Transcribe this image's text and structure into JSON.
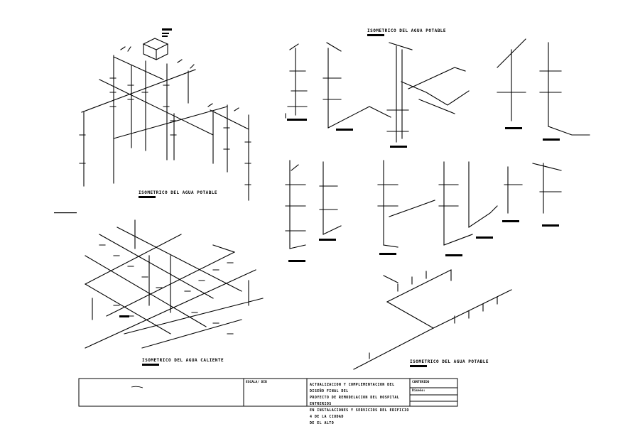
{
  "drawing": {
    "iso_titles": [
      {
        "id": "potable-1",
        "text": "ISOMETRICO DEL AGUA POTABLE"
      },
      {
        "id": "potable-2",
        "text": "ISOMETRICO DEL AGUA POTABLE"
      },
      {
        "id": "caliente",
        "text": "ISOMETRICO DEL AGUA CALIENTE"
      },
      {
        "id": "potable-3",
        "text": "ISOMETRICO DEL AGUA POTABLE"
      }
    ]
  },
  "title_block": {
    "cell_signature_label": "ESCALA/ DIB",
    "project_lines": [
      "ACTUALIZACION Y COMPLEMENTACION DEL DISEÑO FINAL DEL",
      "PROYECTO DE REMODELACION DEL HOSPITAL ENTRERIOS",
      "EN INSTALACIONES Y SERVICIOS DEL EDIFICIO 4 DE LA CIUDAD",
      "DE EL ALTO"
    ],
    "contents_label": "CONTENIDO",
    "design_label": "Diseño:"
  }
}
